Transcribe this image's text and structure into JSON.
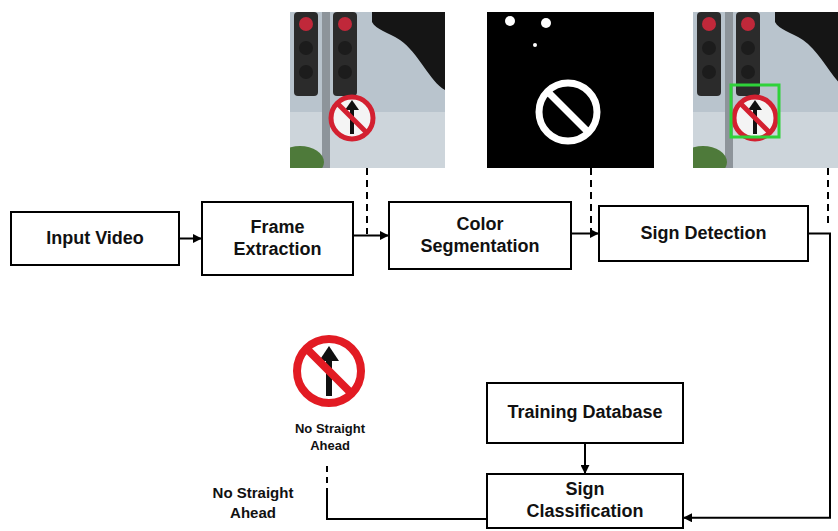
{
  "diagram": {
    "nodes": [
      {
        "text": [
          "Input Video"
        ]
      },
      {
        "text": [
          "Frame Extraction"
        ]
      },
      {
        "text": [
          "Color Segmentation"
        ]
      },
      {
        "text": [
          "Sign Detection"
        ]
      },
      {
        "text": [
          "Training Database"
        ]
      },
      {
        "text": [
          "Sign Classification"
        ]
      }
    ],
    "edges": [
      {
        "from": 0,
        "to": 1,
        "arrow": "to"
      },
      {
        "from": 1,
        "to": 2,
        "arrow": "to"
      },
      {
        "from": 2,
        "to": 3,
        "arrow": "to"
      },
      {
        "from": 3,
        "to": 5,
        "arrow": "to"
      },
      {
        "from": 4,
        "to": 5,
        "arrow": "to"
      }
    ],
    "labels": [
      "No Straight Ahead",
      "No Straight Ahead"
    ]
  }
}
